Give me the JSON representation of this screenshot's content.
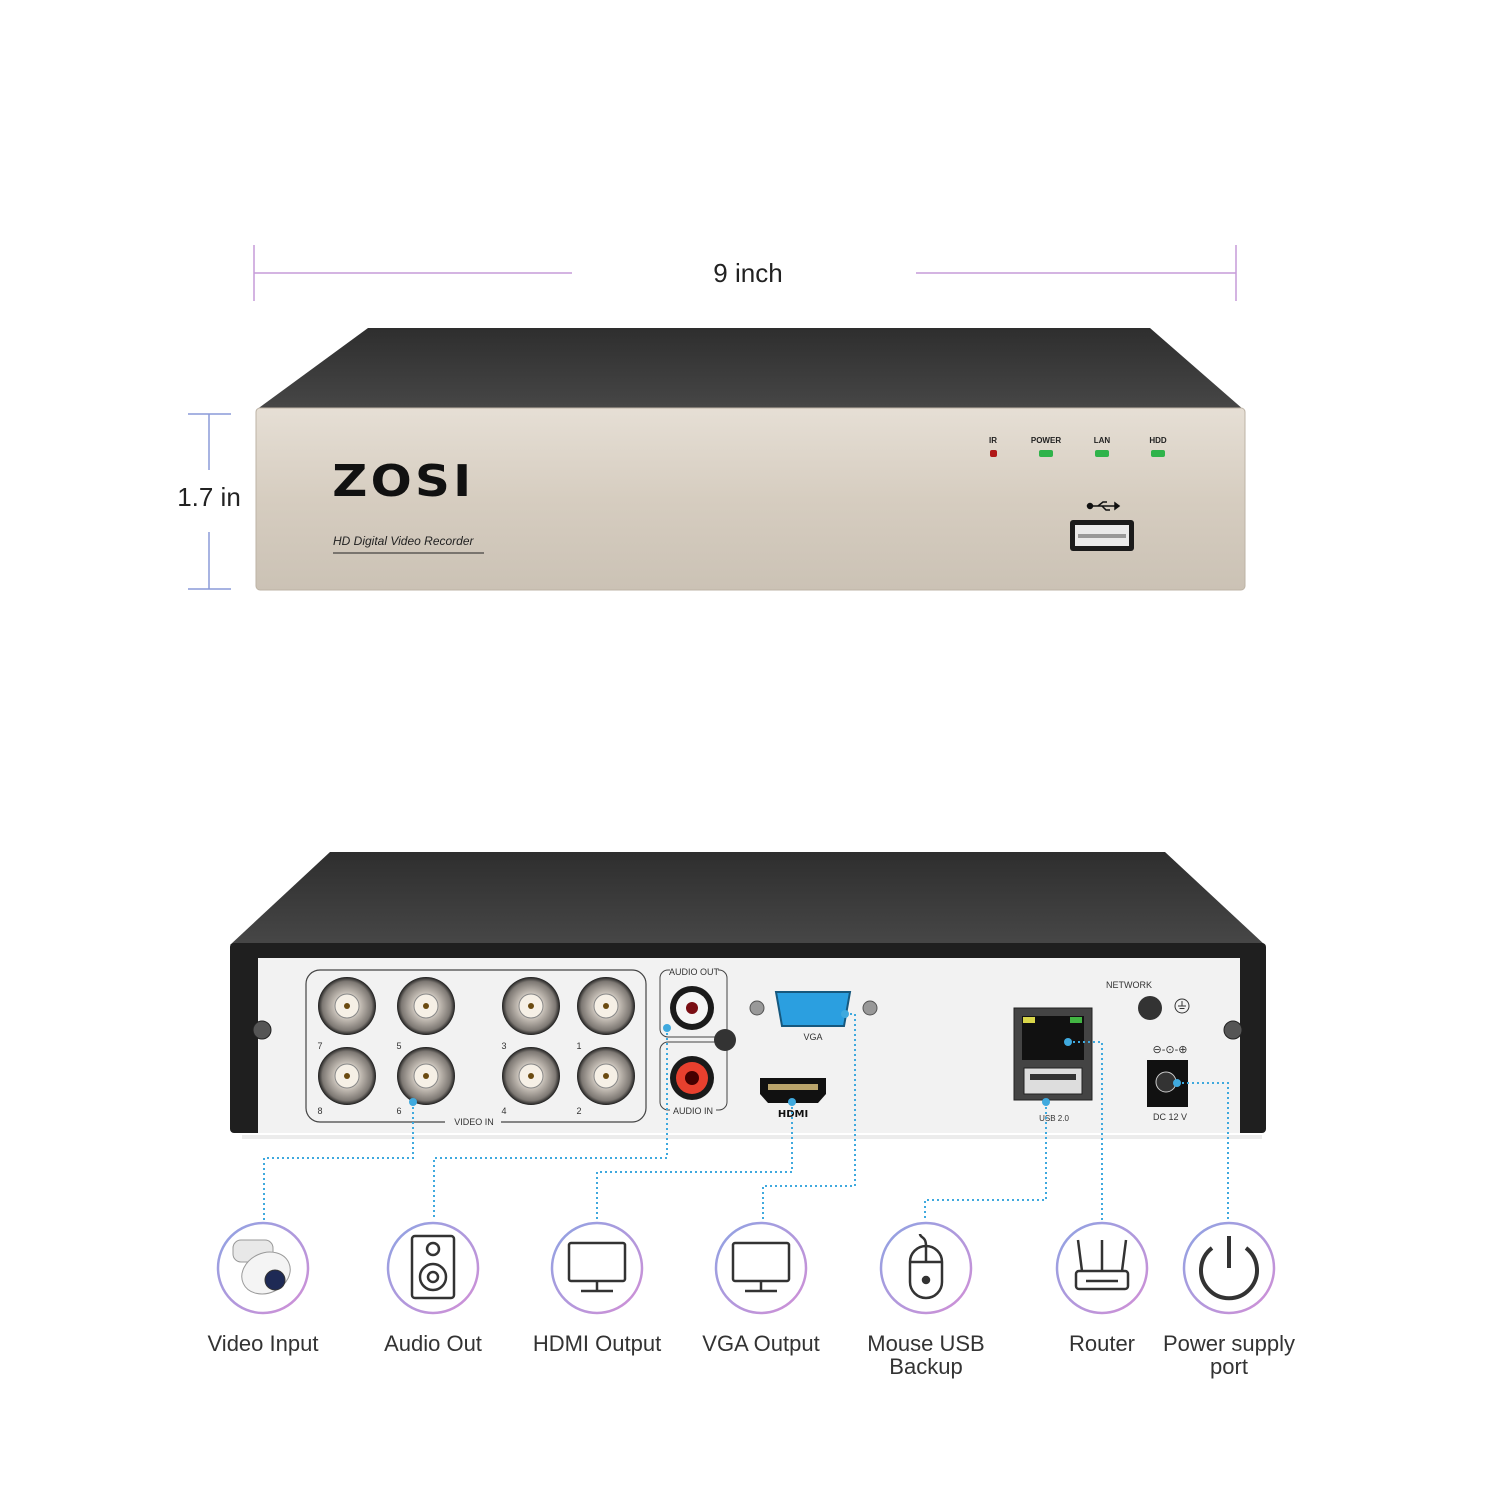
{
  "dimensions": {
    "width": "9 inch",
    "height": "1.7 in"
  },
  "front": {
    "brand": "ZOSI",
    "subtitle": "HD Digital Video Recorder",
    "leds": [
      {
        "label": "IR",
        "color": "#b01818"
      },
      {
        "label": "POWER",
        "color": "#2fb34a"
      },
      {
        "label": "LAN",
        "color": "#2fb34a"
      },
      {
        "label": "HDD",
        "color": "#2fb34a"
      }
    ],
    "usb_icon": "usb-icon"
  },
  "back": {
    "video_in": "VIDEO IN",
    "channel_numbers": [
      "7",
      "5",
      "3",
      "1",
      "8",
      "6",
      "4",
      "2"
    ],
    "audio_out": "AUDIO OUT",
    "audio_in": "AUDIO IN",
    "vga": "VGA",
    "hdmi": "HDMI",
    "network": "NETWORK",
    "usb": "USB 2.0",
    "dc": "DC 12 V",
    "polarity": "⊖-⊙-⊕",
    "accent_color": "#3fa9de"
  },
  "connections": [
    {
      "label": "Video Input",
      "icon": "camera-icon"
    },
    {
      "label": "Audio Out",
      "icon": "speaker-icon"
    },
    {
      "label": "HDMI Output",
      "icon": "monitor-icon"
    },
    {
      "label": "VGA Output",
      "icon": "monitor-icon"
    },
    {
      "label": "Mouse USB",
      "label2": "Backup",
      "icon": "mouse-icon"
    },
    {
      "label": "Router",
      "icon": "router-icon"
    },
    {
      "label": "Power supply",
      "label2": "port",
      "icon": "power-icon"
    }
  ]
}
